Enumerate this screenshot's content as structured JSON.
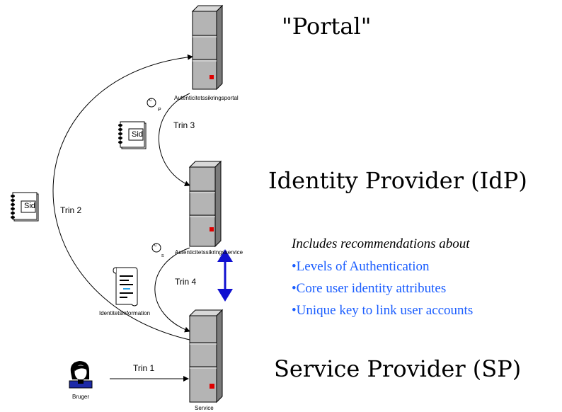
{
  "titles": {
    "portal": "\"Portal\"",
    "idp": "Identity Provider (IdP)",
    "sp": "Service Provider (SP)"
  },
  "servers": {
    "portal_label": "Autenticitetssikringsportal",
    "idp_label": "Autenticitetssikringsservice",
    "sp_label": "Service"
  },
  "steps": {
    "trin1": "Trin 1",
    "trin2": "Trin 2",
    "trin3": "Trin 3",
    "trin4": "Trin 4"
  },
  "notebooks": {
    "sid": "Sid"
  },
  "document": {
    "label": "Identitetsinformation"
  },
  "user": {
    "label": "Bruger"
  },
  "copyright": {
    "symbol": "c",
    "sub_p": "P",
    "sub_s": "s"
  },
  "recommendations": {
    "intro": "Includes recommendations about",
    "items": [
      "•Levels of Authentication",
      "•Core user identity attributes",
      "•Unique key to link user accounts"
    ]
  },
  "colors": {
    "arrow_blue": "#1010d0",
    "bullet_blue": "#1a5dff",
    "server_gray": "#b4b4b4",
    "server_light": "#d8d8d8",
    "server_dark": "#7a7a7a",
    "led_red": "#e00000"
  }
}
